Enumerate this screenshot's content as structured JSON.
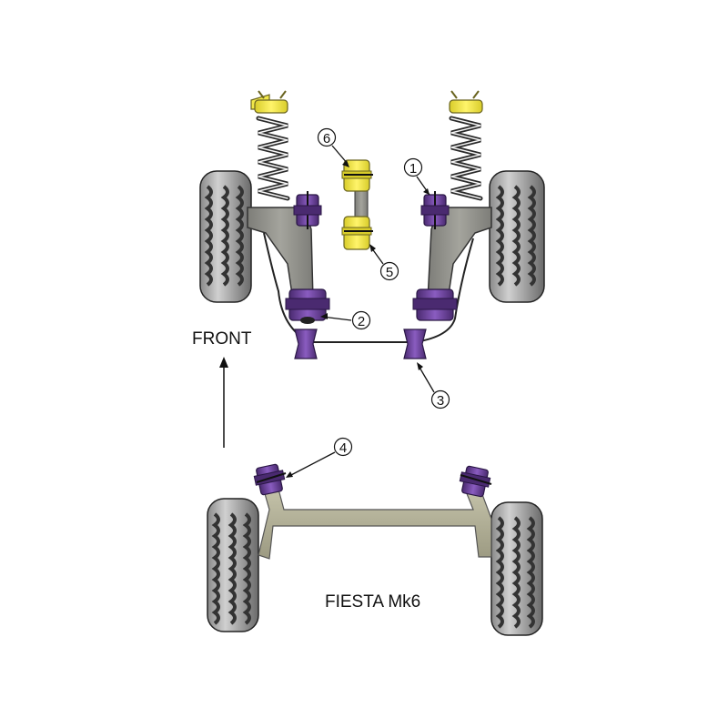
{
  "front_label": "FRONT",
  "model_label": "FIESTA Mk6",
  "callouts": {
    "c1": "1",
    "c2": "2",
    "c3": "3",
    "c4": "4",
    "c5": "5",
    "c6": "6"
  },
  "colors": {
    "tyre": "#3a3a3a",
    "tyre_tread": "#2a2a2a",
    "arm": "#9a9a94",
    "beam": "#b7b59b",
    "bush": "#6e3fa0",
    "bush_dark": "#4a2a70",
    "spring": "#2a2a2a",
    "spring_seat": "#f2e84a"
  }
}
